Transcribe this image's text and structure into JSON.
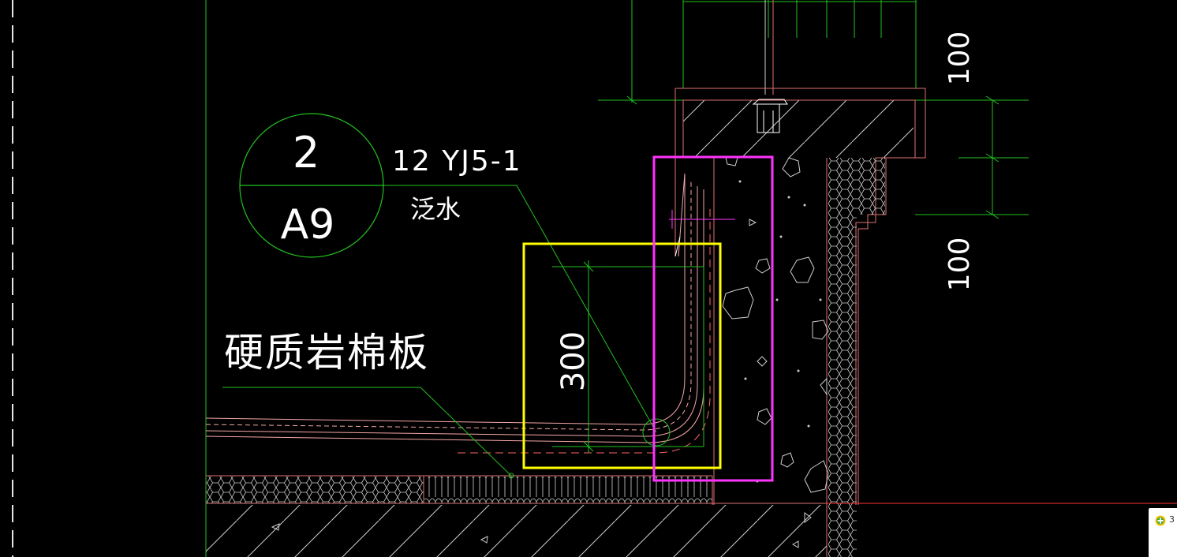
{
  "drawing": {
    "detail_index": {
      "detail_number": "2",
      "sheet_number": "A9"
    },
    "reference": {
      "standard": "12 YJ5-1",
      "item": "泛水"
    },
    "material_label": "硬质岩棉板",
    "dimensions": {
      "flashing_height": "300",
      "upper_offset": "100",
      "lower_offset": "100"
    }
  },
  "badge": {
    "icon": "plus-icon",
    "text": "3"
  },
  "colors": {
    "background": "#000000",
    "leader_green": "#22c21f",
    "concrete_outline": "#e07070",
    "highlight_yellow": "#ffff00",
    "highlight_magenta": "#ff33ff",
    "text": "#ffffff"
  }
}
